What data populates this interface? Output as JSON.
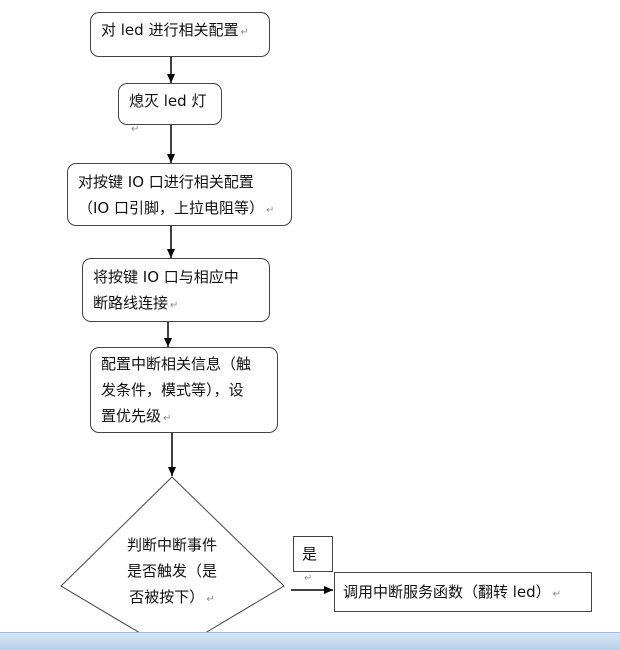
{
  "flowchart": {
    "step1": "对 led 进行相关配置",
    "step2": "熄灭 led 灯",
    "step3": [
      "对按键  IO  口进行相关配置",
      "（IO 口引脚，上拉电阻等）"
    ],
    "step4": [
      "将按键  IO  口与相应中",
      "断路线连接"
    ],
    "step5": [
      "配置中断相关信息（触",
      "发条件，模式等），设",
      "置优先级"
    ],
    "decision": [
      "判断中断事件",
      "是否触发（是",
      "否被按下）"
    ],
    "yes_label": "是",
    "action": "调用中断服务函数（翻转 led）"
  }
}
